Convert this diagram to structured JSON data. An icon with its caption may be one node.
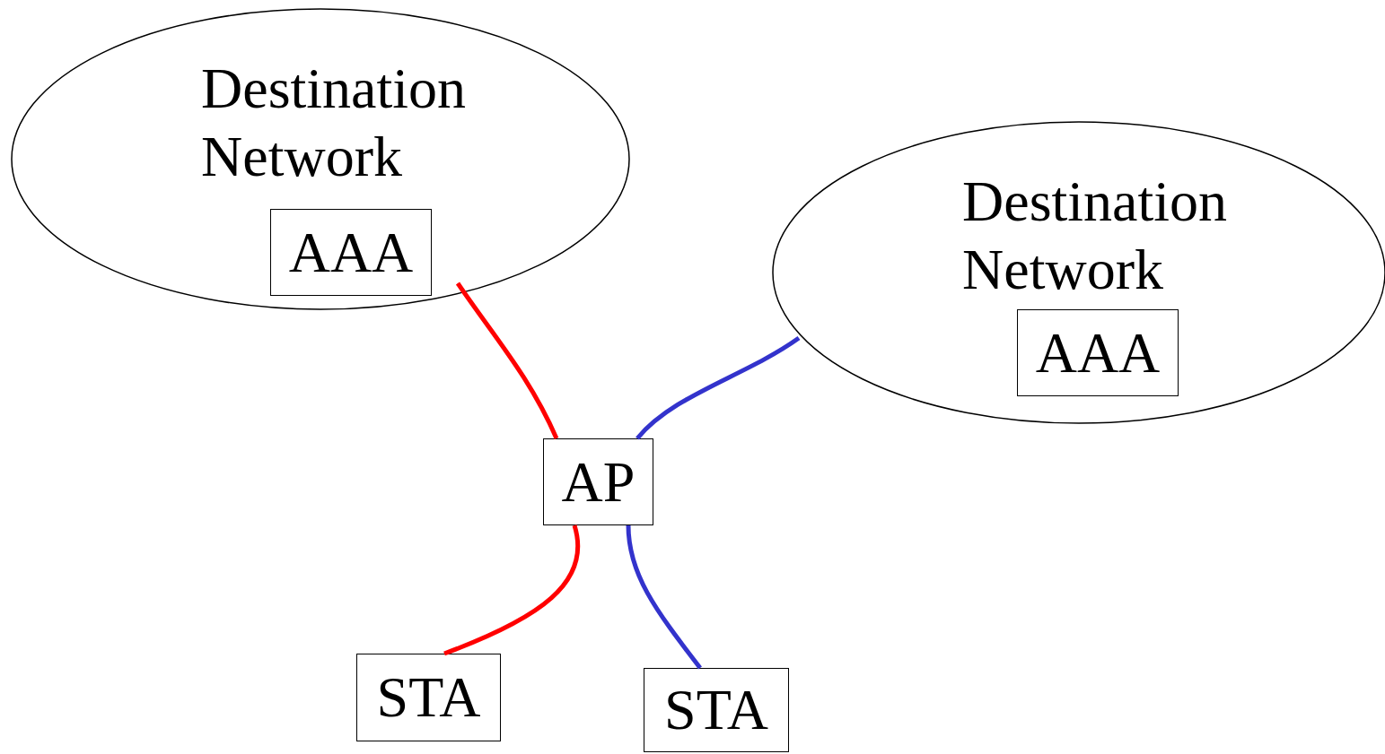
{
  "diagram": {
    "nodes": [
      {
        "text": [
          "Destination Network"
        ]
      },
      {
        "text": [
          "AAA"
        ],
        "in": 0
      },
      {
        "text": [
          "Destination Network"
        ]
      },
      {
        "text": [
          "AAA"
        ],
        "in": 2
      },
      {
        "text": [
          "AP"
        ]
      },
      {
        "text": [
          "STA"
        ]
      },
      {
        "text": [
          "STA"
        ]
      }
    ],
    "edges": [
      {
        "from": 5,
        "to": 4,
        "arrow": "none",
        "color": "#ff0000"
      },
      {
        "from": 4,
        "to": 0,
        "arrow": "none",
        "color": "#ff0000"
      },
      {
        "from": 6,
        "to": 4,
        "arrow": "none",
        "color": "#3333cc"
      },
      {
        "from": 4,
        "to": 2,
        "arrow": "none",
        "color": "#3333cc"
      }
    ]
  }
}
